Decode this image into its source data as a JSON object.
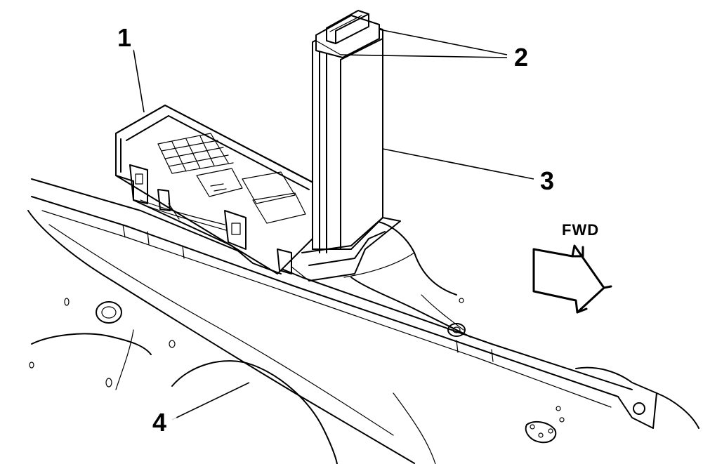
{
  "callouts": {
    "c1": "1",
    "c2": "2",
    "c3": "3",
    "c4": "4"
  },
  "direction": {
    "label": "FWD"
  },
  "colors": {
    "line": "#000000",
    "background": "#ffffff"
  }
}
